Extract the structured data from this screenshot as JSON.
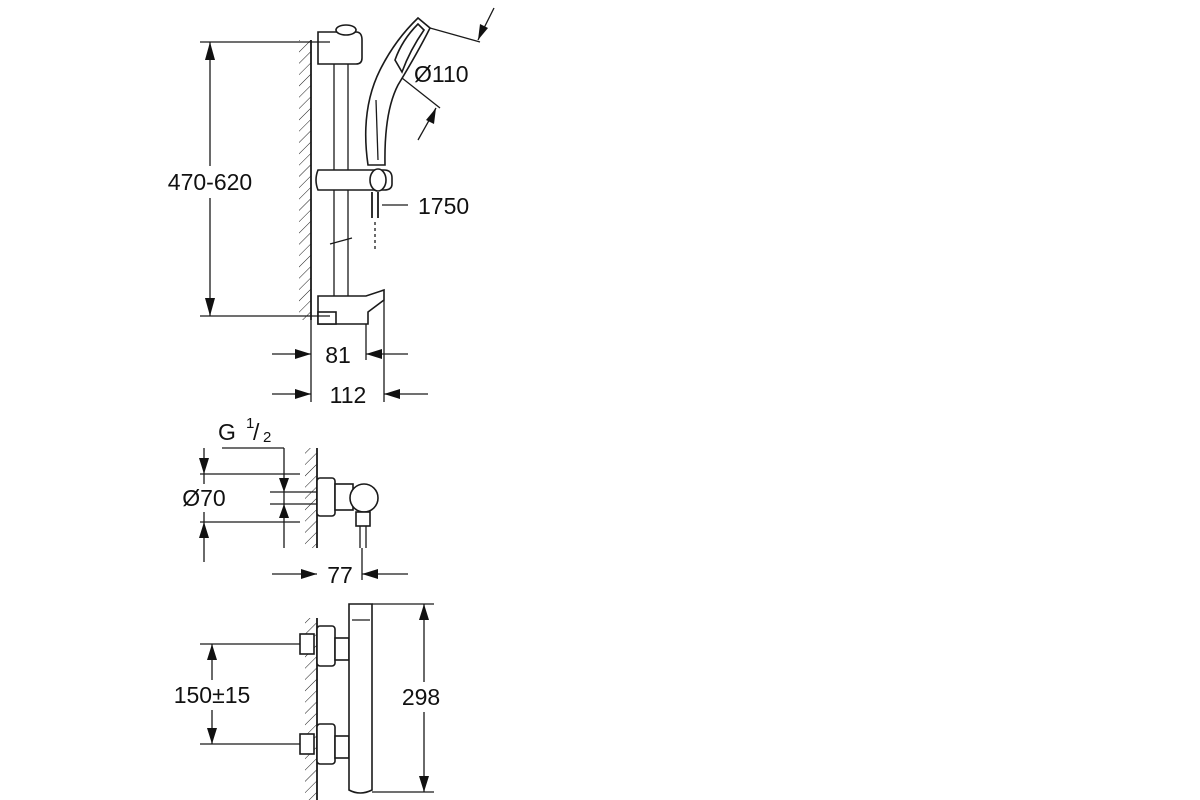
{
  "labels": {
    "height_range": "470-620",
    "head_diameter": "Ø110",
    "hose_length": "1750",
    "bar_offset": "81",
    "bar_projection": "112",
    "thread_main": "G",
    "thread_num": "1",
    "thread_den": "2",
    "outlet_diameter": "Ø70",
    "mixer_depth": "77",
    "inlet_spacing": "150±15",
    "mixer_height": "298"
  },
  "icons": {
    "wall": "wall-hatching",
    "arrow": "dimension-arrow"
  },
  "colors": {
    "line": "#1a1a1a",
    "background": "#ffffff"
  }
}
